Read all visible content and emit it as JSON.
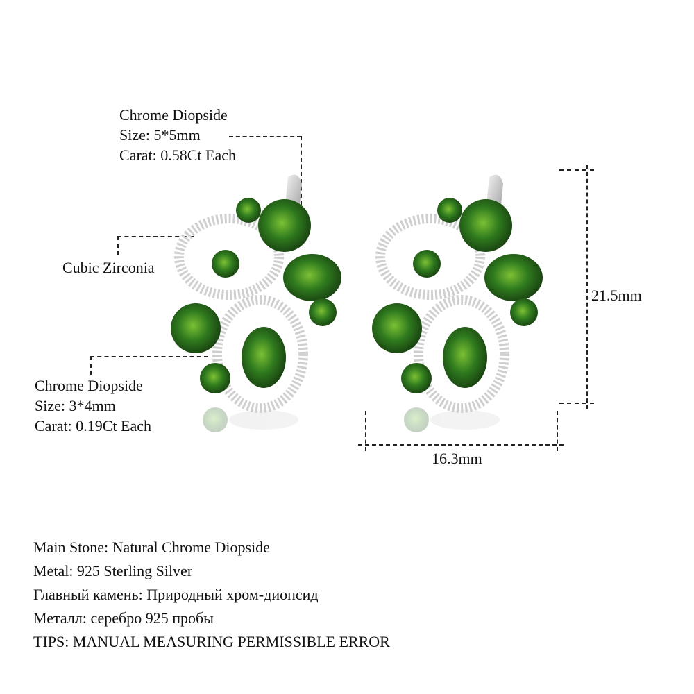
{
  "callouts": {
    "top": {
      "title": "Chrome Diopside",
      "size": "Size: 5*5mm",
      "carat": "Carat: 0.58Ct Each"
    },
    "middle": {
      "title": "Cubic Zirconia"
    },
    "bottom": {
      "title": "Chrome Diopside",
      "size": "Size: 3*4mm",
      "carat": "Carat: 0.19Ct Each"
    }
  },
  "dimensions": {
    "height": "21.5mm",
    "width": "16.3mm"
  },
  "specs": [
    "Main Stone: Natural Chrome Diopside",
    "Metal: 925 Sterling Silver",
    "Главный камень: Природный хром-диопсид",
    "Металл: серебро 925 пробы",
    "TIPS: MANUAL MEASURING PERMISSIBLE ERROR"
  ],
  "colors": {
    "gem_dark": "#1f4d16",
    "gem_mid": "#2f7a1e",
    "gem_light": "#6fb02c",
    "metal": "#d9d9d9"
  }
}
